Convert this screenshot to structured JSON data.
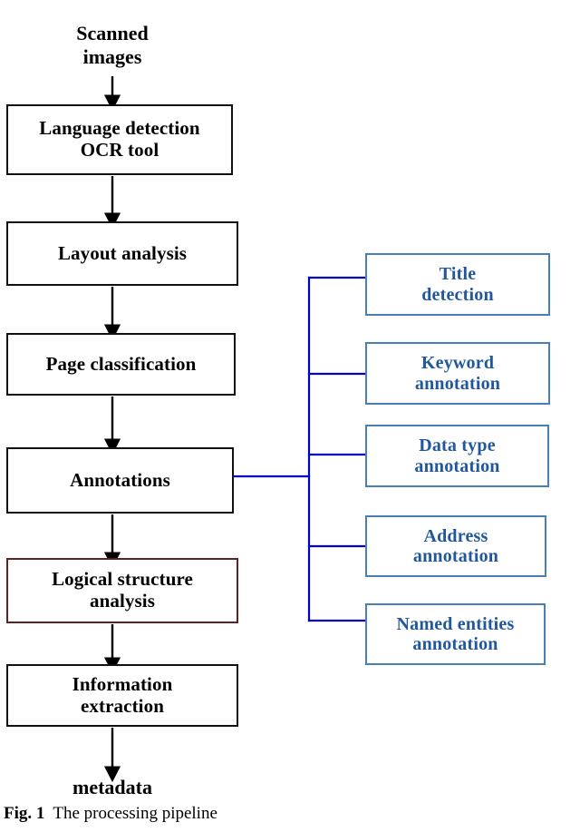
{
  "figure": {
    "caption_label": "Fig. 1",
    "caption_text": "The processing pipeline",
    "colors": {
      "pipeline_border": "#111111",
      "highlight_border": "#5d2222",
      "branch_border": "#4a7fb5",
      "branch_text": "#21579c",
      "connector_arrow": "#000000",
      "connector_tree": "#0000cc",
      "background": "#ffffff"
    }
  },
  "pipeline": {
    "input_label": "Scanned\nimages",
    "output_label": "metadata",
    "steps": [
      {
        "id": "language-detection-ocr-tool",
        "label": "Language detection\nOCR tool",
        "border": "black"
      },
      {
        "id": "layout-analysis",
        "label": "Layout analysis",
        "border": "black"
      },
      {
        "id": "page-classification",
        "label": "Page classification",
        "border": "black"
      },
      {
        "id": "annotations",
        "label": "Annotations",
        "border": "black"
      },
      {
        "id": "logical-structure-analysis",
        "label": "Logical structure\nanalysis",
        "border": "maroon"
      },
      {
        "id": "information-extraction",
        "label": "Information\nextraction",
        "border": "black"
      }
    ]
  },
  "annotation_branches": {
    "parent": "Annotations",
    "items": [
      {
        "id": "title-detection",
        "label": "Title\ndetection"
      },
      {
        "id": "keyword-annotation",
        "label": "Keyword\nannotation"
      },
      {
        "id": "data-type-annotation",
        "label": "Data type\nannotation"
      },
      {
        "id": "address-annotation",
        "label": "Address\nannotation"
      },
      {
        "id": "named-entities-annotation",
        "label": "Named entities\nannotation"
      }
    ]
  }
}
